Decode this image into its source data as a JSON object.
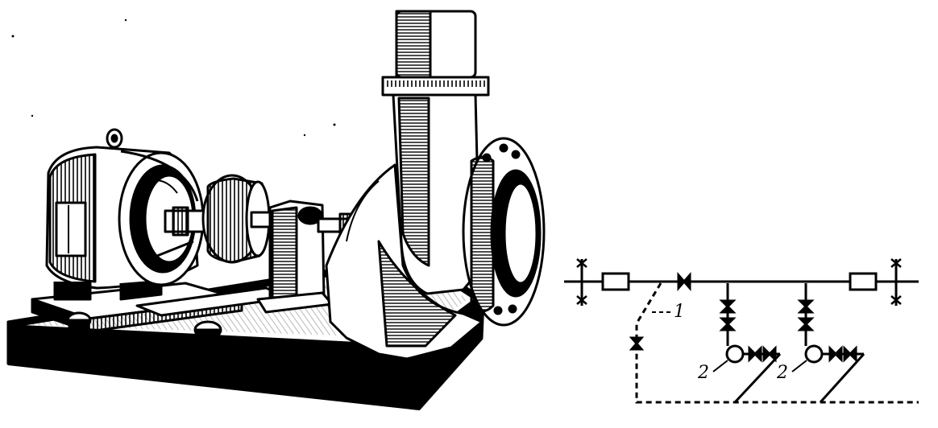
{
  "labels": {
    "branch_1": "1",
    "pump_a": "2",
    "pump_b": "2"
  },
  "colors": {
    "ink": "#000000",
    "paper": "#ffffff"
  }
}
